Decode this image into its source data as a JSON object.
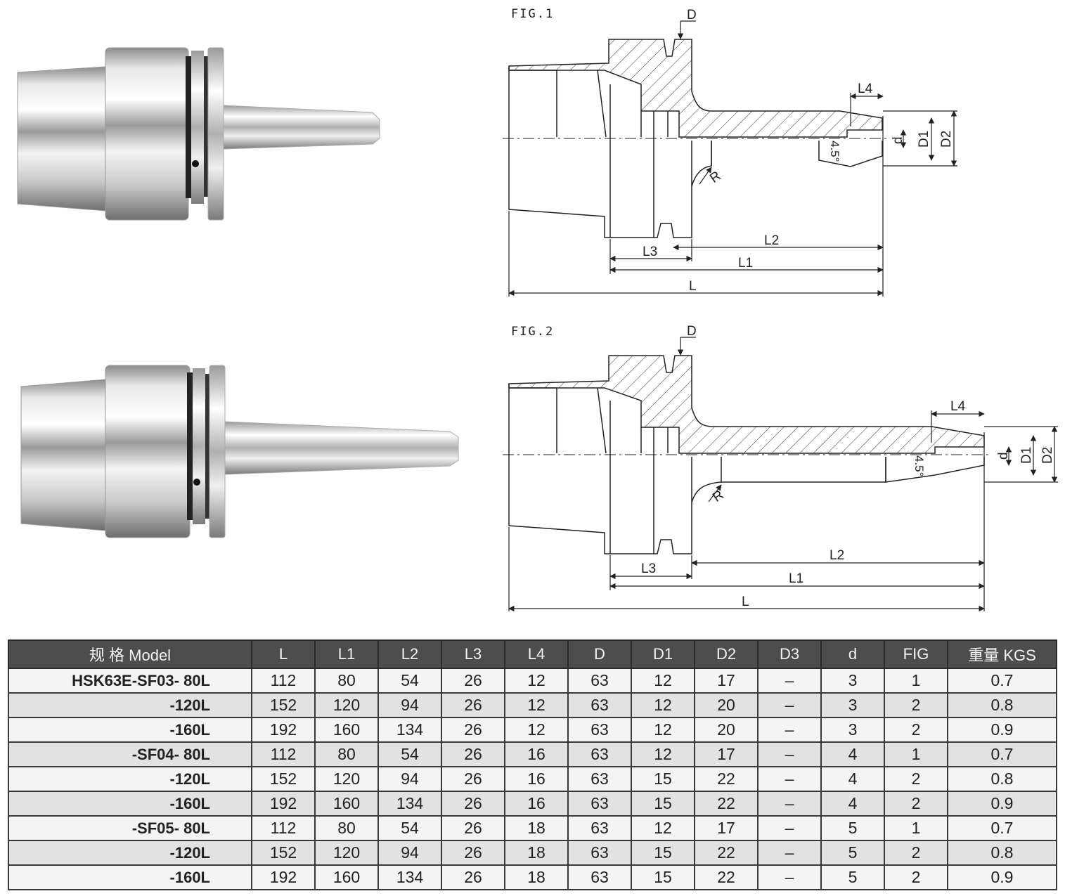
{
  "figures": [
    {
      "label": "FIG.1"
    },
    {
      "label": "FIG.2"
    }
  ],
  "dimension_labels": {
    "D": "D",
    "L": "L",
    "L1": "L1",
    "L2": "L2",
    "L3": "L3",
    "L4": "L4",
    "D1": "D1",
    "D2": "D2",
    "d": "d",
    "R": "R",
    "angle": "4.5°"
  },
  "table": {
    "headers": [
      "规 格 Model",
      "L",
      "L1",
      "L2",
      "L3",
      "L4",
      "D",
      "D1",
      "D2",
      "D3",
      "d",
      "FIG",
      "重量 KGS"
    ],
    "rows": [
      [
        "HSK63E-SF03- 80L",
        "112",
        "80",
        "54",
        "26",
        "12",
        "63",
        "12",
        "17",
        "–",
        "3",
        "1",
        "0.7"
      ],
      [
        "-120L",
        "152",
        "120",
        "94",
        "26",
        "12",
        "63",
        "12",
        "20",
        "–",
        "3",
        "2",
        "0.8"
      ],
      [
        "-160L",
        "192",
        "160",
        "134",
        "26",
        "12",
        "63",
        "12",
        "20",
        "–",
        "3",
        "2",
        "0.9"
      ],
      [
        "-SF04- 80L",
        "112",
        "80",
        "54",
        "26",
        "16",
        "63",
        "12",
        "17",
        "–",
        "4",
        "1",
        "0.7"
      ],
      [
        "-120L",
        "152",
        "120",
        "94",
        "26",
        "16",
        "63",
        "15",
        "22",
        "–",
        "4",
        "2",
        "0.8"
      ],
      [
        "-160L",
        "192",
        "160",
        "134",
        "26",
        "16",
        "63",
        "15",
        "22",
        "–",
        "4",
        "2",
        "0.9"
      ],
      [
        "-SF05- 80L",
        "112",
        "80",
        "54",
        "26",
        "18",
        "63",
        "12",
        "17",
        "–",
        "5",
        "1",
        "0.7"
      ],
      [
        "-120L",
        "152",
        "120",
        "94",
        "26",
        "18",
        "63",
        "15",
        "22",
        "–",
        "5",
        "2",
        "0.8"
      ],
      [
        "-160L",
        "192",
        "160",
        "134",
        "26",
        "18",
        "63",
        "15",
        "22",
        "–",
        "5",
        "2",
        "0.9"
      ]
    ]
  }
}
